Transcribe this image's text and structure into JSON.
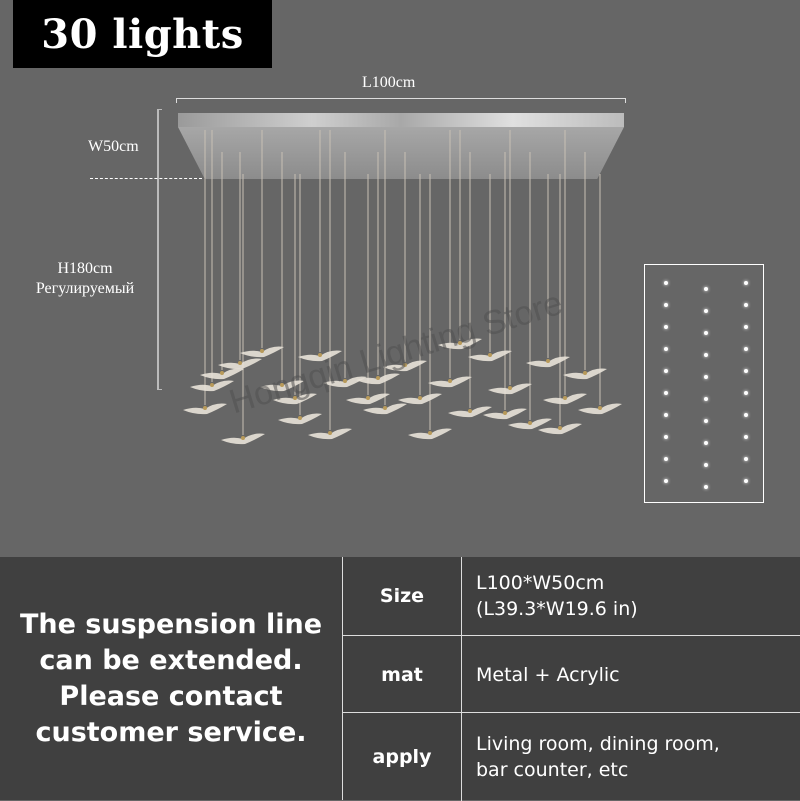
{
  "title": "30 lights",
  "dimensions": {
    "length": "L100cm",
    "width": "W50cm",
    "height_line1": "H180cm",
    "height_line2": "Регулируемый"
  },
  "watermark": "Hongqin Lighting Store",
  "layout_diagram": {
    "columns": 3,
    "lights_per_column": [
      10,
      10,
      10
    ],
    "total": 30
  },
  "note": {
    "line1": "The suspension line",
    "line2": "can be extended.",
    "line3": "Please contact",
    "line4": "customer service."
  },
  "specs": [
    {
      "label": "Size",
      "value_line1": "L100*W50cm",
      "value_line2": "(L39.3*W19.6 in)"
    },
    {
      "label": "mat",
      "value_line1": "Metal + Acrylic",
      "value_line2": ""
    },
    {
      "label": "apply",
      "value_line1": "Living room, dining room,",
      "value_line2": "bar counter, etc"
    }
  ],
  "colors": {
    "background": "#666666",
    "panel": "#404040",
    "title_bg": "#000000",
    "text": "#ffffff"
  }
}
